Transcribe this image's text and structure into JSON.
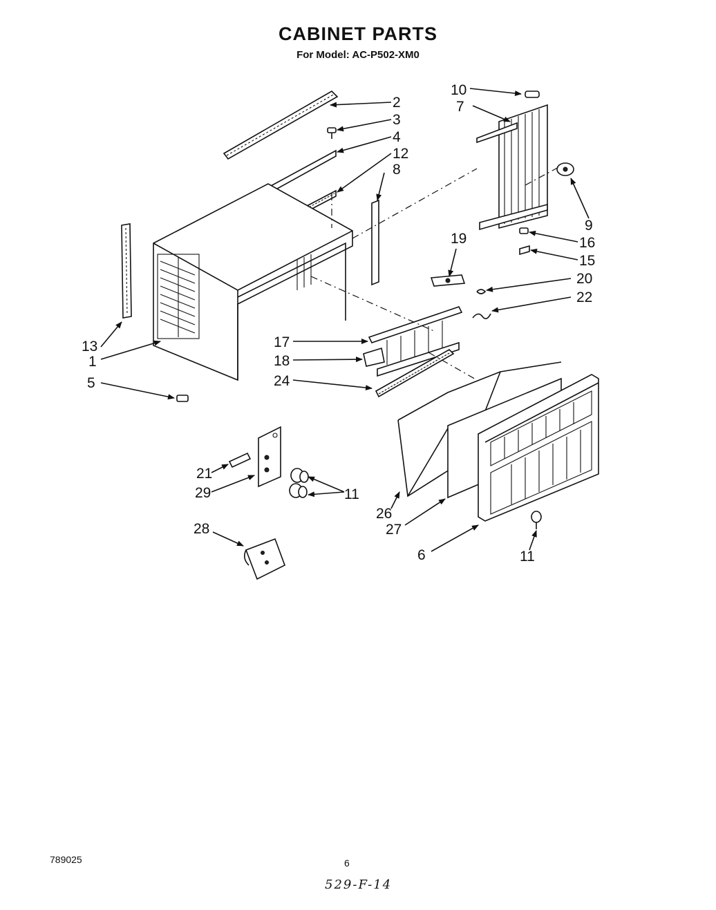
{
  "header": {
    "title": "CABINET PARTS",
    "subtitle": "For Model: AC-P502-XM0"
  },
  "footer": {
    "doc_code": "789025",
    "page_number": "6",
    "handwritten_note": "529-F-14"
  },
  "callouts": {
    "p1": "1",
    "p2": "2",
    "p3": "3",
    "p4": "4",
    "p5": "5",
    "p6": "6",
    "p7": "7",
    "p8": "8",
    "p9": "9",
    "p10": "10",
    "p11a": "11",
    "p11b": "11",
    "p12": "12",
    "p13": "13",
    "p15": "15",
    "p16": "16",
    "p17": "17",
    "p18": "18",
    "p19": "19",
    "p20": "20",
    "p21": "21",
    "p22": "22",
    "p24": "24",
    "p26": "26",
    "p27": "27",
    "p28": "28",
    "p29": "29"
  }
}
